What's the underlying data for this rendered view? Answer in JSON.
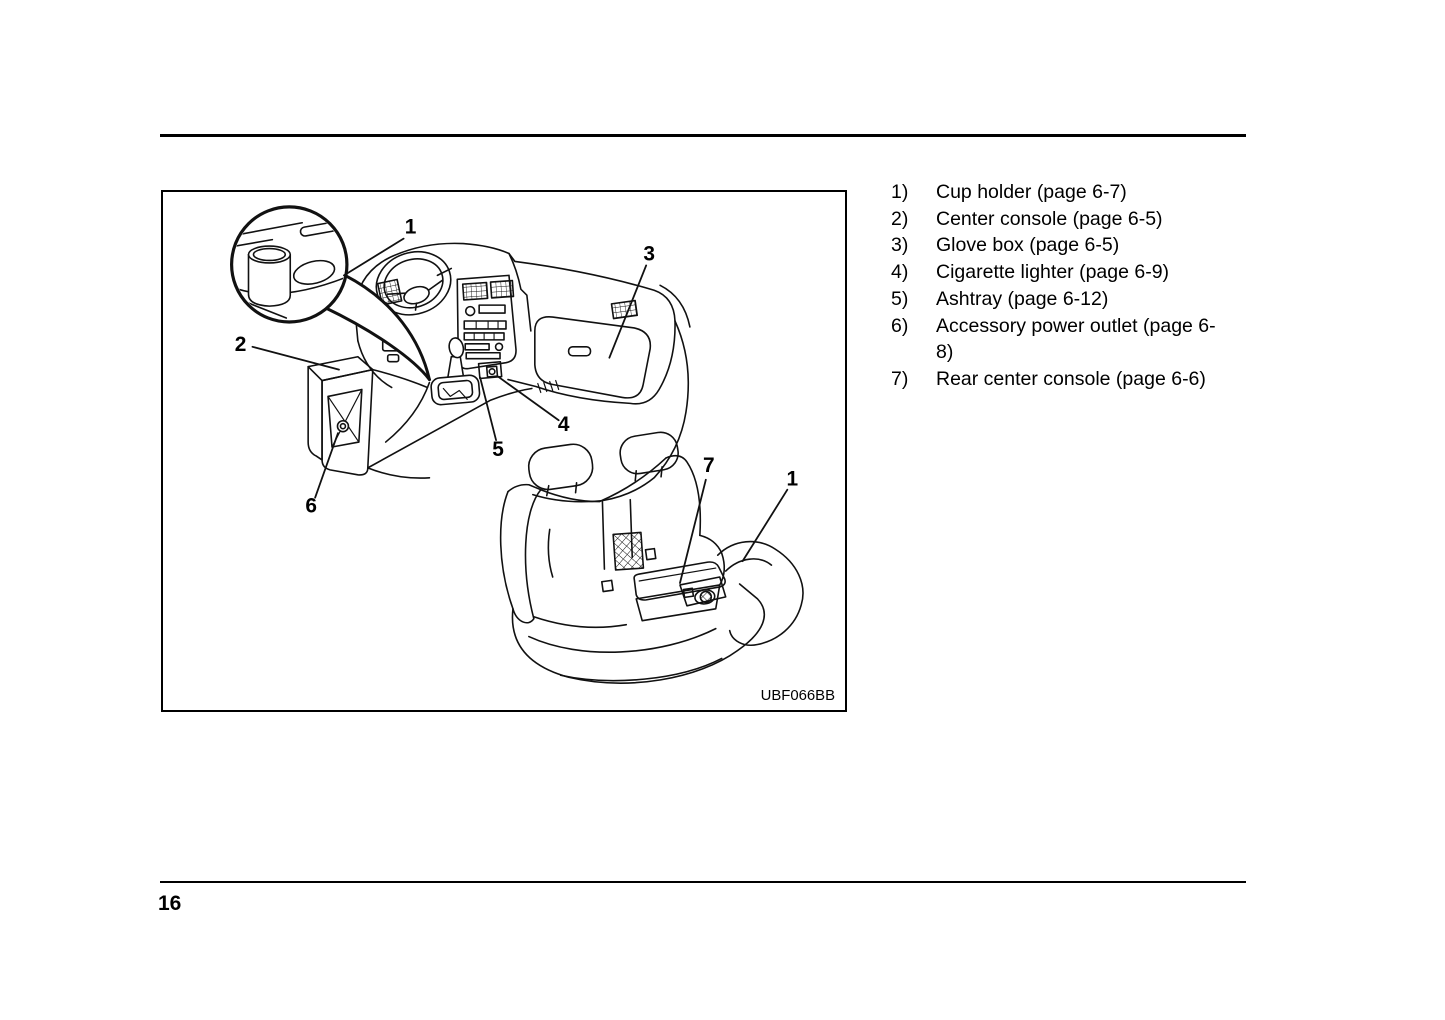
{
  "page": {
    "number": "16"
  },
  "figure": {
    "caption": "UBF066BB",
    "callouts": [
      {
        "part": "cup-holder-front",
        "label": "1"
      },
      {
        "part": "center-console",
        "label": "2"
      },
      {
        "part": "glove-box",
        "label": "3"
      },
      {
        "part": "cigarette-lighter",
        "label": "4"
      },
      {
        "part": "ashtray",
        "label": "5"
      },
      {
        "part": "accessory-power-outlet",
        "label": "6"
      },
      {
        "part": "rear-center-console",
        "label": "7"
      },
      {
        "part": "cup-holder-rear",
        "label": "1"
      }
    ]
  },
  "legend": {
    "items": [
      {
        "num": "1)",
        "text": "Cup holder (page 6-7)"
      },
      {
        "num": "2)",
        "text": "Center console (page 6-5)"
      },
      {
        "num": "3)",
        "text": "Glove box (page 6-5)"
      },
      {
        "num": "4)",
        "text": "Cigarette lighter (page 6-9)"
      },
      {
        "num": "5)",
        "text": "Ashtray (page 6-12)"
      },
      {
        "num": "6)",
        "text": "Accessory power outlet (page 6-8)"
      },
      {
        "num": "7)",
        "text": "Rear center console (page 6-6)"
      }
    ]
  },
  "colors": {
    "ink": "#000000",
    "paper": "#ffffff"
  }
}
